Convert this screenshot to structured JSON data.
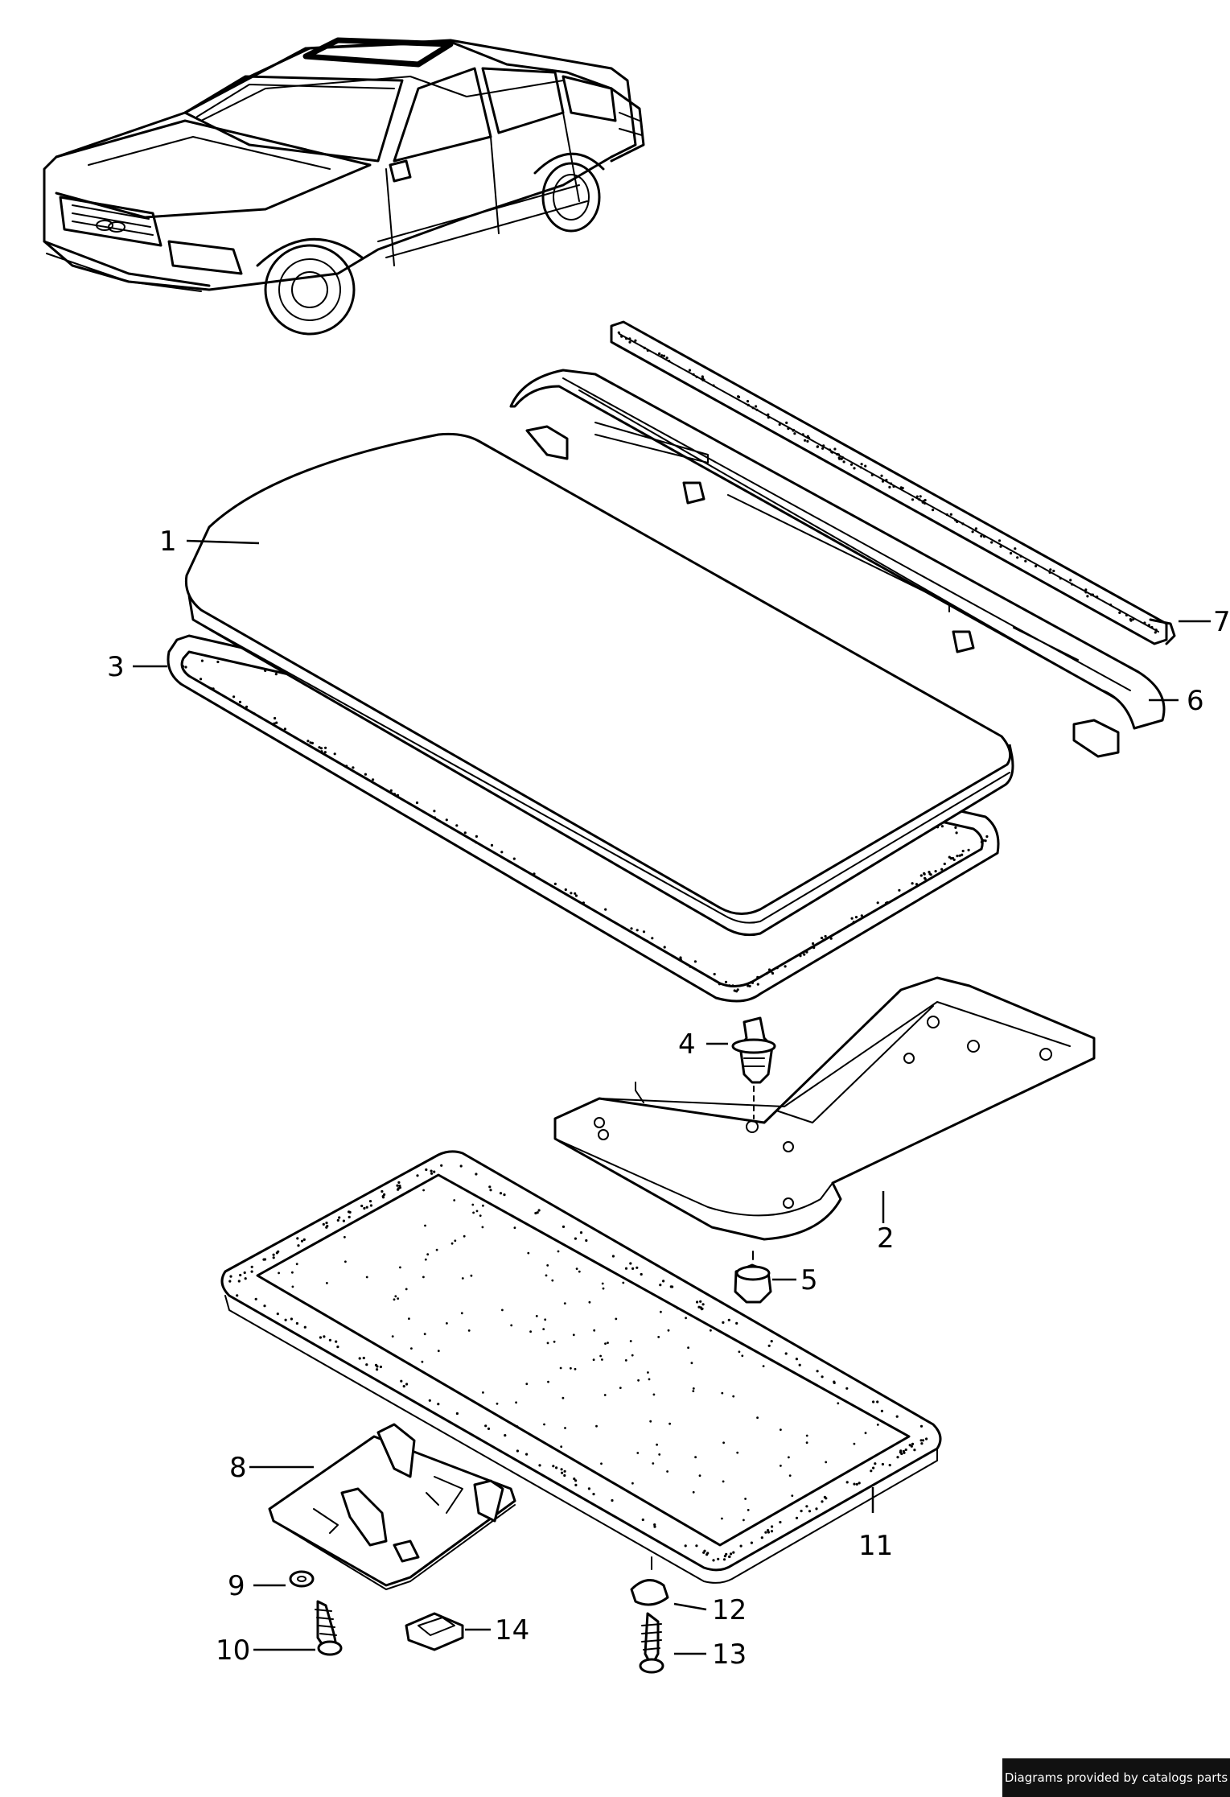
{
  "labels": {
    "l1": "1",
    "l2": "2",
    "l3": "3",
    "l4": "4",
    "l5": "5",
    "l6": "6",
    "l7": "7",
    "l8": "8",
    "l9": "9",
    "l10": "10",
    "l11": "11",
    "l12": "12",
    "l13": "13",
    "l14": "14"
  },
  "footer": {
    "text": "Diagrams provided by catalogs parts"
  }
}
